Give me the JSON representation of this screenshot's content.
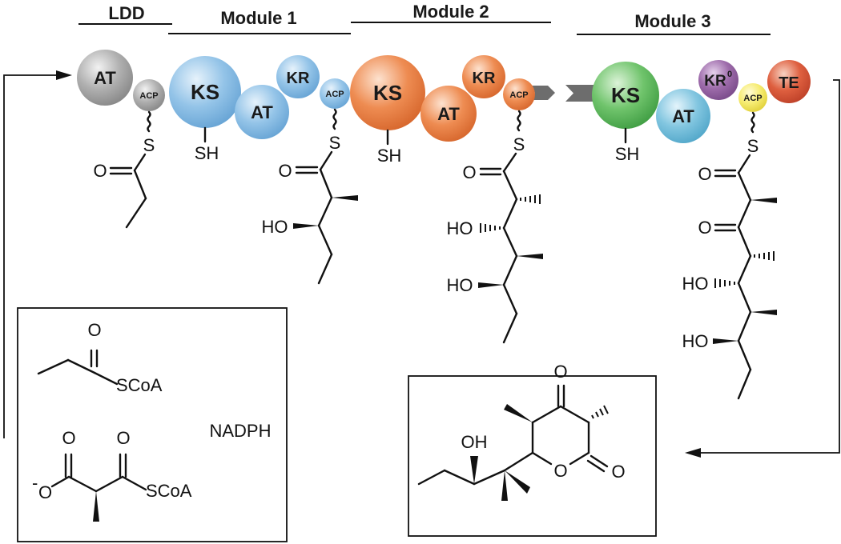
{
  "headers": {
    "ldd": "LDD",
    "module1": "Module 1",
    "module2": "Module 2",
    "module3": "Module 3"
  },
  "domains": {
    "ldd_at": "AT",
    "ldd_acp": "ACP",
    "m1_ks": "KS",
    "m1_at": "AT",
    "m1_kr": "KR",
    "m1_acp": "ACP",
    "m2_ks": "KS",
    "m2_at": "AT",
    "m2_kr": "KR",
    "m2_acp": "ACP",
    "m3_ks": "KS",
    "m3_at": "AT",
    "m3_kr": "KR",
    "m3_kr_sup": "0",
    "m3_acp": "ACP",
    "m3_te": "TE"
  },
  "labels": {
    "sh": "SH",
    "s": "S",
    "o": "O",
    "ho": "HO",
    "oh": "OH",
    "o_minus": "O",
    "minus": "-",
    "scoa": "SCoA",
    "nadph": "NADPH"
  },
  "colors": {
    "gray": "#a8a8a8",
    "blue": "#8fc0e6",
    "orange": "#ee8a4f",
    "green": "#6cc06c",
    "purple": "#9b6aa8",
    "yellow": "#f5ea6a",
    "red": "#dc5a3c",
    "cyan": "#7cc3de",
    "linker": "#6d6d6d"
  }
}
